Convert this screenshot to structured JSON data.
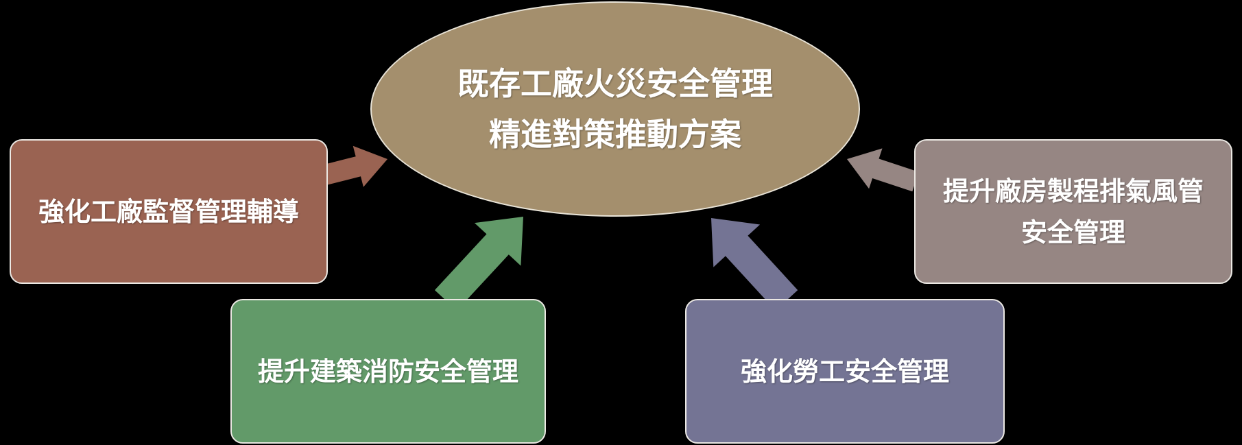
{
  "center": {
    "lines": [
      "既存工廠火災安全管理",
      "精進對策推動方案"
    ],
    "color": "#a48f6d"
  },
  "boxes": [
    {
      "id": "left",
      "lines": [
        "強化工廠監督管理輔導"
      ],
      "color": "#9a6352"
    },
    {
      "id": "right",
      "lines": [
        "提升廠房製程排氣風管",
        "安全管理"
      ],
      "color": "#968683"
    },
    {
      "id": "bottom_left",
      "lines": [
        "提升建築消防安全管理"
      ],
      "color": "#629a69"
    },
    {
      "id": "bottom_right",
      "lines": [
        "強化勞工安全管理"
      ],
      "color": "#747494"
    }
  ],
  "arrows": [
    {
      "from": "left",
      "color": "#9a6352"
    },
    {
      "from": "right",
      "color": "#968683"
    },
    {
      "from": "bottom_left",
      "color": "#629a69"
    },
    {
      "from": "bottom_right",
      "color": "#747494"
    }
  ]
}
